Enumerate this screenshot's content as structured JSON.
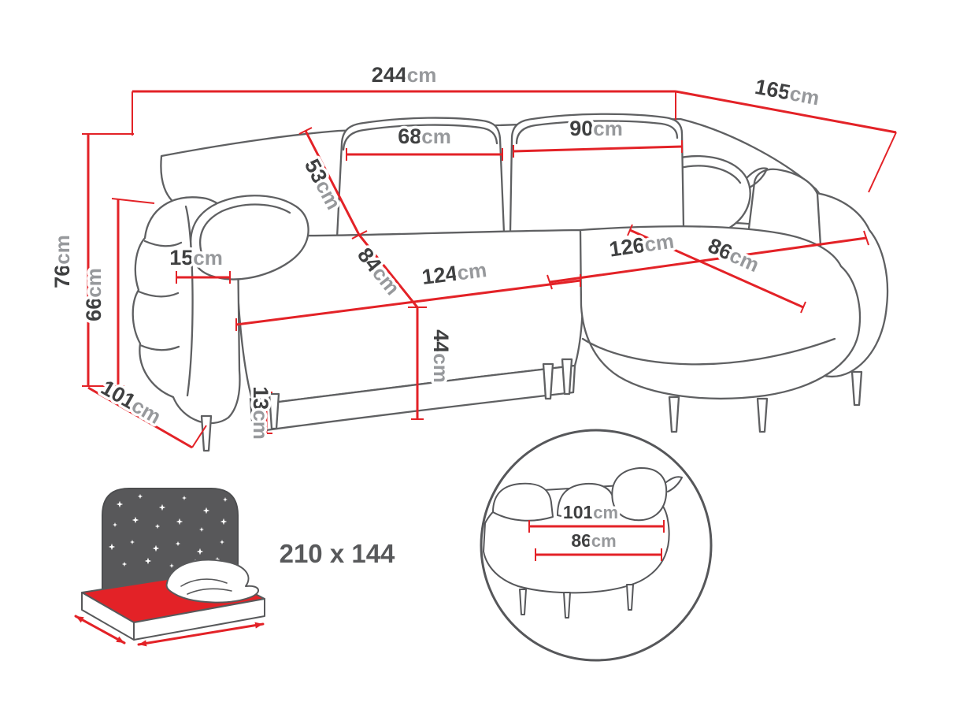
{
  "colors": {
    "outline": "#5f6062",
    "dimension_line": "#e32227",
    "number_text": "#3f4041",
    "unit_text": "#97999c",
    "headboard": "#58585a",
    "mattress_accent": "#e32227"
  },
  "dimensions": {
    "total_width": {
      "value": "244",
      "unit": "cm"
    },
    "right_depth": {
      "value": "165",
      "unit": "cm"
    },
    "total_height": {
      "value": "76",
      "unit": "cm"
    },
    "armrest_height": {
      "value": "66",
      "unit": "cm"
    },
    "side_depth": {
      "value": "101",
      "unit": "cm"
    },
    "armrest_width": {
      "value": "15",
      "unit": "cm"
    },
    "backrest_height": {
      "value": "53",
      "unit": "cm"
    },
    "back_cushion_left_width": {
      "value": "68",
      "unit": "cm"
    },
    "back_cushion_right_width": {
      "value": "90",
      "unit": "cm"
    },
    "seat_depth": {
      "value": "84",
      "unit": "cm"
    },
    "seat_width": {
      "value": "124",
      "unit": "cm"
    },
    "seat_height": {
      "value": "44",
      "unit": "cm"
    },
    "leg_height": {
      "value": "13",
      "unit": "cm"
    },
    "chaise_length": {
      "value": "126",
      "unit": "cm"
    },
    "chaise_width": {
      "value": "86",
      "unit": "cm"
    }
  },
  "detail_view": {
    "chaise_depth": {
      "value": "101",
      "unit": "cm"
    },
    "chaise_seat_width": {
      "value": "86",
      "unit": "cm"
    }
  },
  "sleeping_area": {
    "size_label": "210 x 144"
  }
}
